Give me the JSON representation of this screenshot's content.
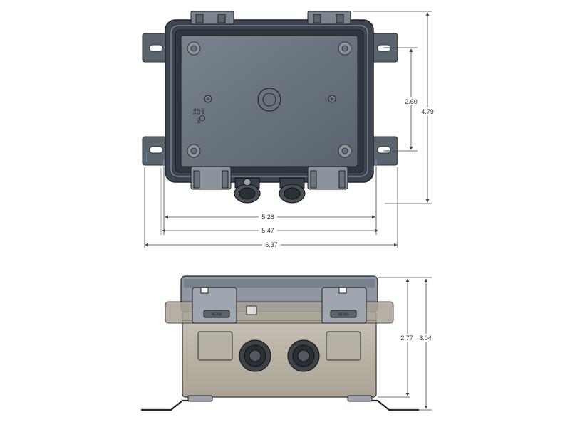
{
  "top_view": {
    "dimensions": {
      "inner_width": "5.28",
      "flange_width": "5.47",
      "overall_width": "6.37",
      "mount_spacing": "2.60",
      "overall_height": "4.79"
    },
    "board_labels": {
      "line1": "28A",
      "line2": "JP3",
      "line3": "ON",
      "line4": "TP1"
    }
  },
  "side_view": {
    "dimensions": {
      "body_height": "2.77",
      "overall_height": "3.04"
    },
    "latch_labels": {
      "left": "NEMA",
      "right": "NEMA"
    }
  },
  "colors": {
    "enclosure_dark": "#3d4650",
    "lid_glass": "#6b7580",
    "body_tan": "#bcb5a8",
    "dim_line": "#444444",
    "accent_blue": "#5aa0d8"
  }
}
